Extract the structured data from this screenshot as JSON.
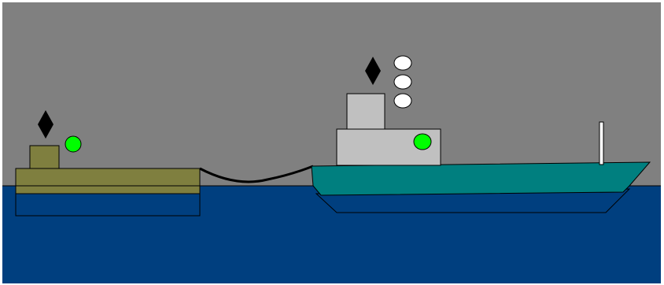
{
  "scene": {
    "colors": {
      "sky": "#808080",
      "water": "#003f7f",
      "barge_hull": "#7f7f3f",
      "barge_cabin": "#7f7f3f",
      "tug_hull": "#007f7f",
      "tug_superstructure": "#c0c0c0",
      "towline": "#000000",
      "day_shape": "#000000",
      "green_light": "#00ff00",
      "white_light": "#ffffff",
      "outline": "#000000",
      "frame": "#ffffff"
    },
    "barge": {
      "day_shape": "diamond",
      "sidelight": "green"
    },
    "tug": {
      "day_shape": "diamond",
      "sidelight": "green",
      "masthead_lights": [
        "white",
        "white",
        "white"
      ],
      "stern_staff": true
    },
    "towline": {
      "shape": "catenary"
    }
  }
}
